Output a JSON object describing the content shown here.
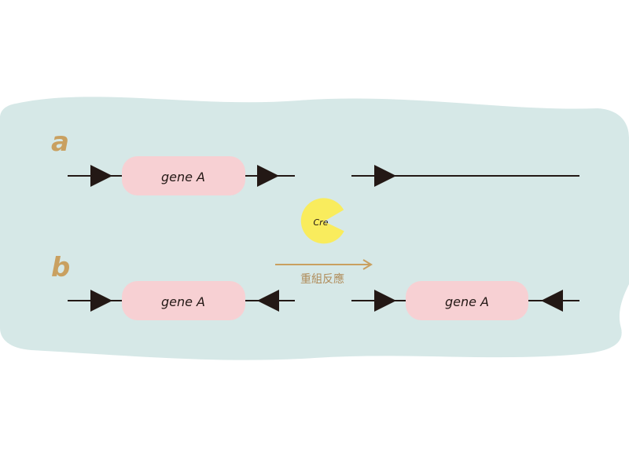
{
  "labels": {
    "panel_a": "a",
    "panel_b": "b"
  },
  "genes": {
    "a_before": "gene A",
    "b_before": "gene A",
    "b_after": "gene A"
  },
  "enzyme": {
    "label": "Cre"
  },
  "reaction": {
    "label": "重組反應"
  },
  "colors": {
    "background_blob": "#d6e8e7",
    "gene_box": "#f7d0d3",
    "enzyme": "#f9ec5d",
    "panel_label": "#c9a060",
    "reaction_arrow": "#c9a060",
    "reaction_text": "#b08c5a",
    "dna_line": "#231815",
    "text": "#231815"
  },
  "icons": {
    "site_marker": "triangle-arrow-icon",
    "enzyme_shape": "pacman-icon"
  }
}
